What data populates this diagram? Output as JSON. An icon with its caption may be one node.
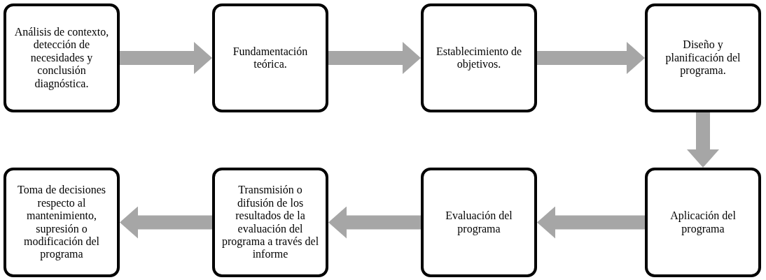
{
  "diagram": {
    "nodes": [
      {
        "text": [
          "Análisis de contexto, detección de necesidades y conclusión diagnóstica."
        ]
      },
      {
        "text": [
          "Fundamentación teórica."
        ]
      },
      {
        "text": [
          "Establecimiento de objetivos."
        ]
      },
      {
        "text": [
          "Diseño y planificación del programa."
        ]
      },
      {
        "text": [
          "Aplicación del programa"
        ]
      },
      {
        "text": [
          "Evaluación del programa"
        ]
      },
      {
        "text": [
          "Transmisión o difusión de los resultados de la evaluación del programa a través del informe"
        ]
      },
      {
        "text": [
          "Toma de decisiones respecto al mantenimiento, supresión o modificación del programa"
        ]
      }
    ],
    "edges": [
      {
        "from": 0,
        "to": 1,
        "arrow": "to"
      },
      {
        "from": 1,
        "to": 2,
        "arrow": "to"
      },
      {
        "from": 2,
        "to": 3,
        "arrow": "to"
      },
      {
        "from": 3,
        "to": 4,
        "arrow": "to"
      },
      {
        "from": 4,
        "to": 5,
        "arrow": "to"
      },
      {
        "from": 5,
        "to": 6,
        "arrow": "to"
      },
      {
        "from": 6,
        "to": 7,
        "arrow": "to"
      }
    ]
  }
}
